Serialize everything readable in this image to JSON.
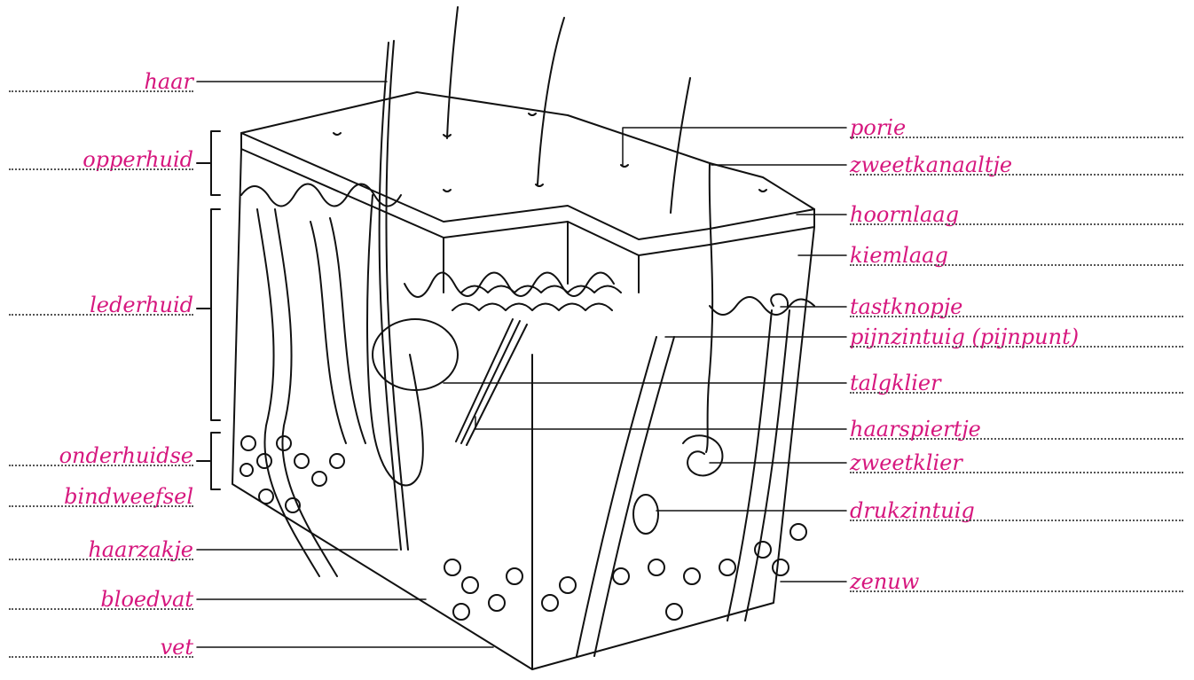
{
  "colors": {
    "label": "#d6177e",
    "line": "#111111"
  },
  "labels_left": [
    {
      "id": "haar",
      "text": "haar"
    },
    {
      "id": "opperhuid",
      "text": "opperhuid"
    },
    {
      "id": "lederhuid",
      "text": "lederhuid"
    },
    {
      "id": "onderhuidse",
      "text": "onderhuidse"
    },
    {
      "id": "bindweefsel",
      "text": "bindweefsel"
    },
    {
      "id": "haarzakje",
      "text": "haarzakje"
    },
    {
      "id": "bloedvat",
      "text": "bloedvat"
    },
    {
      "id": "vet",
      "text": "vet"
    }
  ],
  "labels_right": [
    {
      "id": "porie",
      "text": "porie"
    },
    {
      "id": "zweetkanaaltje",
      "text": "zweetkanaaltje"
    },
    {
      "id": "hoornlaag",
      "text": "hoornlaag"
    },
    {
      "id": "kiemlaag",
      "text": "kiemlaag"
    },
    {
      "id": "tastknopje",
      "text": "tastknopje"
    },
    {
      "id": "pijnzintuig",
      "text": "pijnzintuig (pijnpunt)"
    },
    {
      "id": "talgklier",
      "text": "talgklier"
    },
    {
      "id": "haarspiertje",
      "text": "haarspiertje"
    },
    {
      "id": "zweetklier",
      "text": "zweetklier"
    },
    {
      "id": "drukzintuig",
      "text": "drukzintuig"
    },
    {
      "id": "zenuw",
      "text": "zenuw"
    }
  ]
}
